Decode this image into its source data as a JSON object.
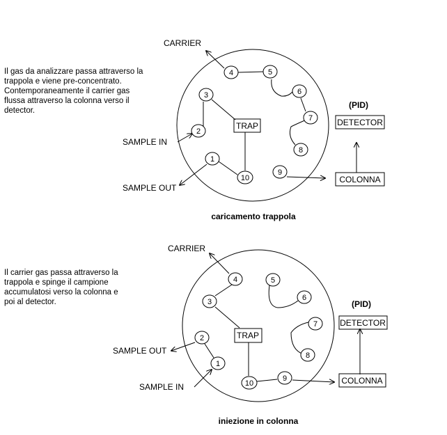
{
  "top": {
    "description_lines": [
      "Il gas da analizzare passa attraverso la",
      "trappola e viene pre-concentrato.",
      "Contemporaneamente il carrier gas",
      "flussa attraverso la colonna verso il",
      "detector."
    ],
    "carrier": "CARRIER",
    "sample_in": "SAMPLE IN",
    "sample_out": "SAMPLE OUT",
    "trap": "TRAP",
    "pid": "(PID)",
    "detector": "DETECTOR",
    "colonna": "COLONNA",
    "caption": "caricamento trappola",
    "ports": [
      "1",
      "2",
      "3",
      "4",
      "5",
      "6",
      "7",
      "8",
      "9",
      "10"
    ]
  },
  "bottom": {
    "description_lines": [
      "Il carrier gas passa attraverso la",
      "trappola e spinge il campione",
      "accumulatosi verso la colonna e",
      "poi al detector."
    ],
    "carrier": "CARRIER",
    "sample_out": "SAMPLE OUT",
    "sample_in": "SAMPLE IN",
    "trap": "TRAP",
    "pid": "(PID)",
    "detector": "DETECTOR",
    "colonna": "COLONNA",
    "caption": "iniezione in colonna",
    "ports": [
      "1",
      "2",
      "3",
      "4",
      "5",
      "6",
      "7",
      "8",
      "9",
      "10"
    ]
  }
}
